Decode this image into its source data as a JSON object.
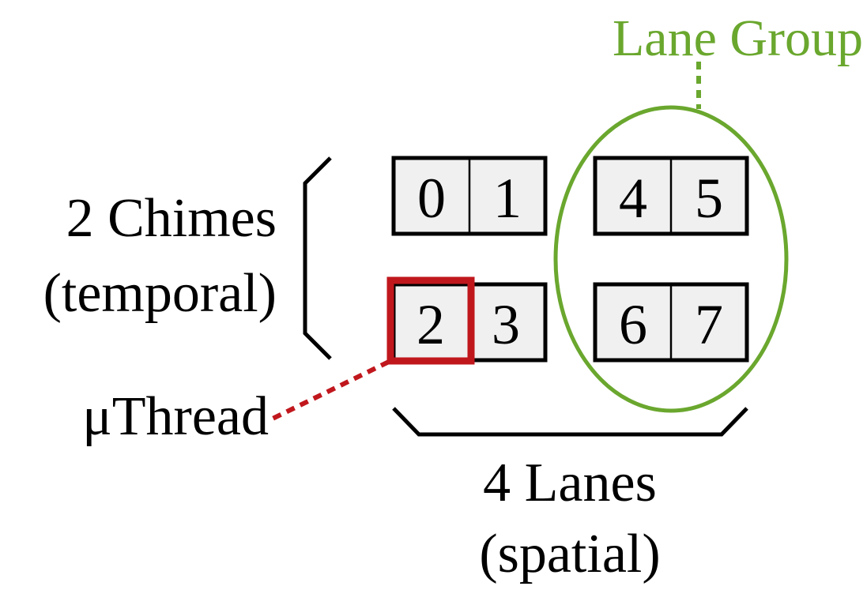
{
  "labels": {
    "lane_group": "Lane Group",
    "chimes_line1": "2 Chimes",
    "chimes_line2": "(temporal)",
    "uthread": "μThread",
    "lanes_line1": "4 Lanes",
    "lanes_line2": "(spatial)"
  },
  "cells": [
    "0",
    "1",
    "2",
    "3",
    "4",
    "5",
    "6",
    "7"
  ],
  "colors": {
    "lane_group": "#6aa72e",
    "uthread": "#c0171d",
    "cell_fill": "#f0f0f0",
    "stroke": "#000000"
  }
}
